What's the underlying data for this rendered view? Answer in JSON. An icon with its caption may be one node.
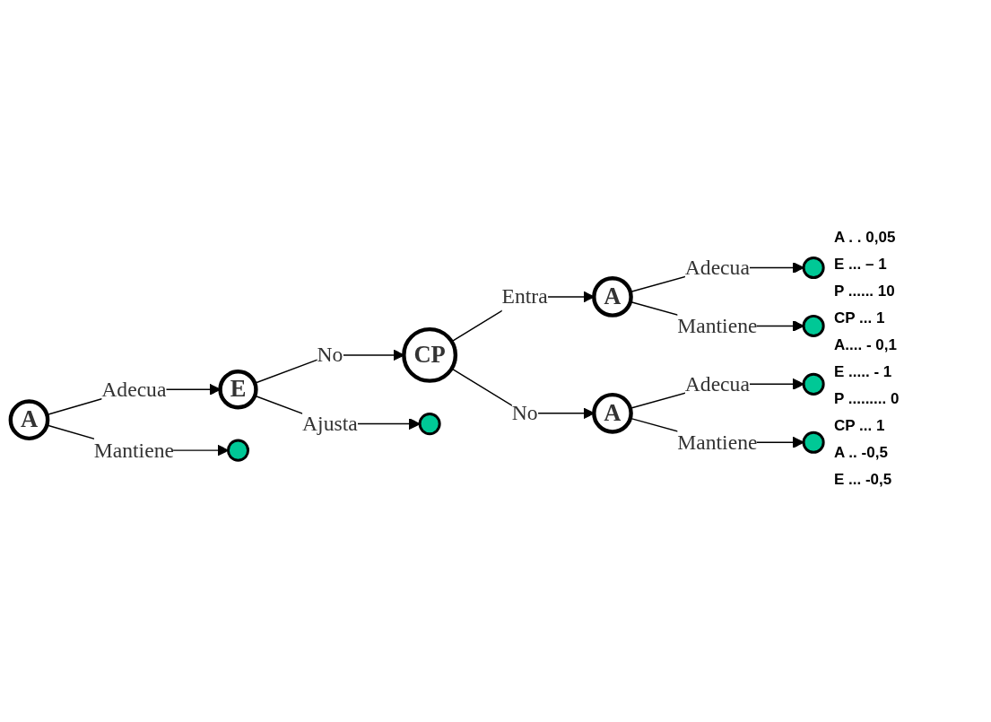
{
  "diagram": {
    "nodes": [
      {
        "text": [
          "A"
        ]
      },
      {
        "text": [
          "E"
        ]
      },
      {
        "text": [
          "CP"
        ]
      },
      {
        "text": [
          "A"
        ]
      },
      {
        "text": [
          "A"
        ]
      },
      {
        "text": [],
        "shape": "circle"
      },
      {
        "text": [],
        "shape": "circle"
      },
      {
        "text": [],
        "shape": "circle"
      },
      {
        "text": [],
        "shape": "circle"
      },
      {
        "text": [],
        "shape": "circle"
      },
      {
        "text": [],
        "shape": "circle"
      }
    ],
    "edges": [
      {
        "from": 0,
        "to": 1,
        "arrow": "to",
        "label": "Adecua"
      },
      {
        "from": 1,
        "to": 2,
        "arrow": "to",
        "label": "No"
      },
      {
        "from": 2,
        "to": 3,
        "arrow": "to",
        "label": "Entra"
      },
      {
        "from": 2,
        "to": 4,
        "arrow": "to",
        "label": "No"
      },
      {
        "from": 3,
        "to": 5,
        "arrow": "to",
        "label": "Adecua"
      },
      {
        "from": 3,
        "to": 6,
        "arrow": "to",
        "label": "Mantiene"
      },
      {
        "from": 4,
        "to": 7,
        "arrow": "to",
        "label": "Adecua"
      },
      {
        "from": 4,
        "to": 8,
        "arrow": "to",
        "label": "Mantiene"
      },
      {
        "from": 1,
        "to": 9,
        "arrow": "to",
        "label": "Ajusta"
      },
      {
        "from": 0,
        "to": 10,
        "arrow": "to",
        "label": "Mantiene"
      }
    ],
    "labels": [
      "A . . 0,05",
      "E ... – 1",
      "P ...... 10",
      "CP ... 1",
      "A.... - 0,1",
      "E ..... - 1",
      "P ......... 0",
      "CP ... 1",
      "A .. -0,5",
      "E ... -0,5"
    ]
  }
}
